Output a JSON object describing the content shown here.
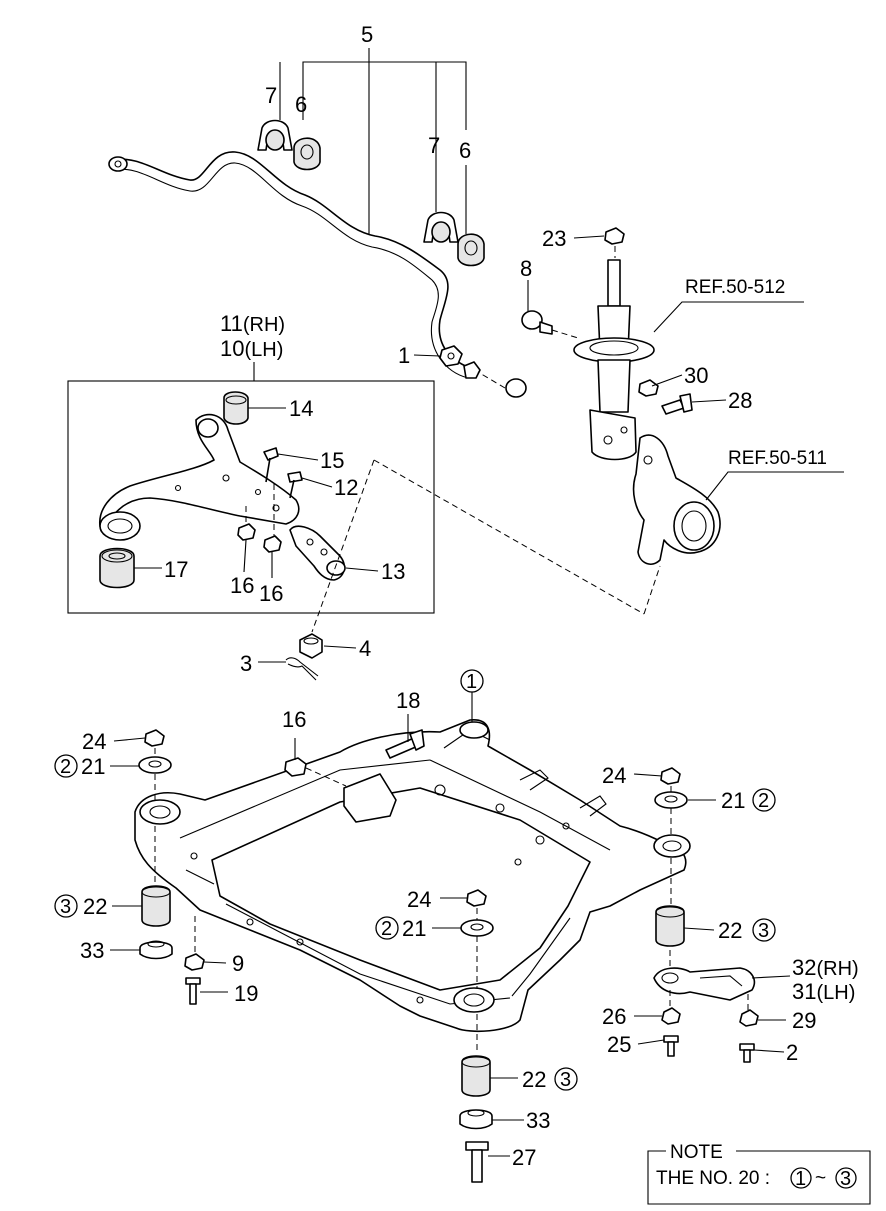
{
  "callouts": {
    "c5": "5",
    "c7a": "7",
    "c6a": "6",
    "c7b": "7",
    "c6b": "6",
    "c23": "23",
    "c8": "8",
    "c1": "1",
    "c30": "30",
    "c28": "28",
    "c11": "11",
    "c11_suffix": "(RH)",
    "c10": "10",
    "c10_suffix": "(LH)",
    "c14": "14",
    "c15": "15",
    "c12": "12",
    "c13": "13",
    "c17": "17",
    "c16a": "16",
    "c16b": "16",
    "c4": "4",
    "c3": "3",
    "c18": "18",
    "c16c": "16",
    "c24a": "24",
    "c21a": "21",
    "c22a": "22",
    "c33a": "33",
    "c9": "9",
    "c19": "19",
    "c24b": "24",
    "c21b": "21",
    "c22b": "22",
    "c24c": "24",
    "c21c": "21",
    "c32": "32",
    "c32_suffix": "(RH)",
    "c31": "31",
    "c31_suffix": "(LH)",
    "c26": "26",
    "c29": "29",
    "c25": "25",
    "c2": "2",
    "c22c": "22",
    "c33b": "33",
    "c27": "27"
  },
  "markers": {
    "m1_top": "1",
    "m2_left": "2",
    "m2_right": "2",
    "m2_mid": "2",
    "m3_left": "3",
    "m3_right": "3",
    "m3_bottom": "3"
  },
  "references": {
    "ref_strut": "REF.50-512",
    "ref_knuckle": "REF.50-511"
  },
  "note": {
    "title": "NOTE",
    "text": "THE NO. 20 :",
    "range_start": "1",
    "range_sep": "~",
    "range_end": "3"
  }
}
